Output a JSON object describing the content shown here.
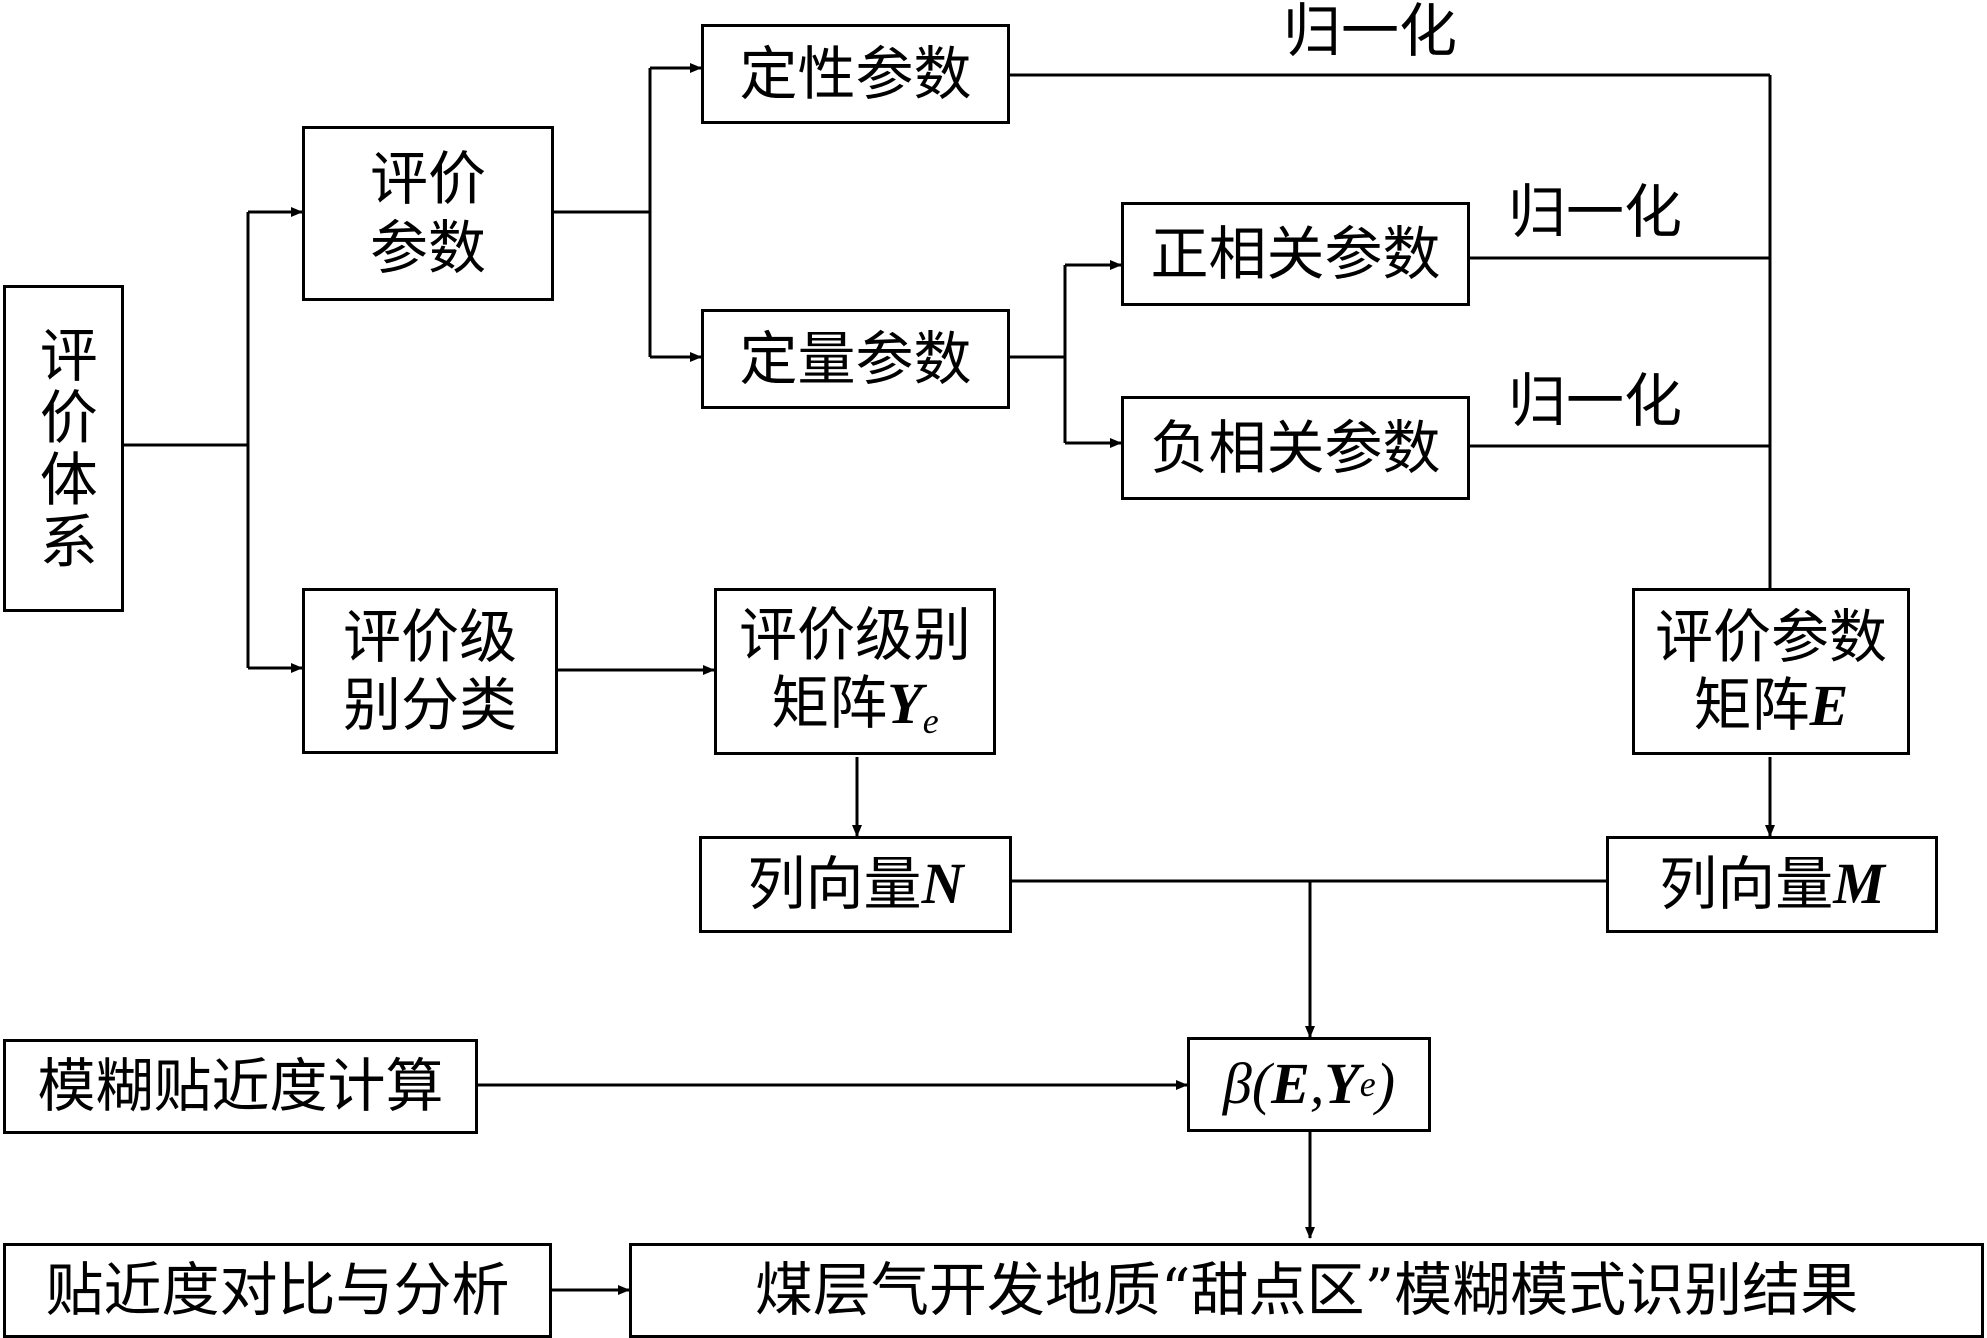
{
  "nodes": {
    "system": "评价体系",
    "params": [
      "评价",
      "参数"
    ],
    "qual": "定性参数",
    "quant": "定量参数",
    "pos": "正相关参数",
    "neg": "负相关参数",
    "grade_class": [
      "评价级",
      "别分类"
    ],
    "grade_matrix": {
      "line1": "评价级别",
      "line2_prefix": "矩阵",
      "sym": "Y",
      "sub": "e"
    },
    "param_matrix": {
      "line1": "评价参数",
      "line2_prefix": "矩阵",
      "sym": "E"
    },
    "vec_n": {
      "prefix": "列向量",
      "sym": "N"
    },
    "vec_m": {
      "prefix": "列向量",
      "sym": "M"
    },
    "fuzzy": "模糊贴近度计算",
    "beta": {
      "greek": "β",
      "open": "(",
      "e": "E",
      "comma": ",",
      "y": "Y",
      "sub": "e",
      "close": ")"
    },
    "compare": "贴近度对比与分析",
    "result": "煤层气开发地质“甜点区”模糊模式识别结果"
  },
  "labels": {
    "normalize_1": "归一化",
    "normalize_2": "归一化",
    "normalize_3": "归一化"
  }
}
